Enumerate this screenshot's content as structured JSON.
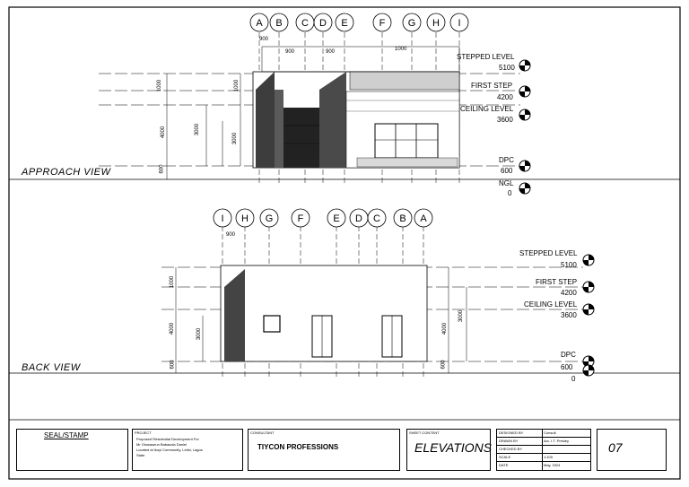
{
  "approach_view": {
    "title": "APPROACH VIEW",
    "grid_labels": [
      "A",
      "B",
      "C",
      "D",
      "E",
      "F",
      "G",
      "H",
      "I"
    ],
    "levels": [
      {
        "name": "STEPPED LEVEL",
        "value": "5100"
      },
      {
        "name": "FIRST STEP",
        "value": "4200"
      },
      {
        "name": "CEILING LEVEL",
        "value": "3600"
      },
      {
        "name": "DPC",
        "value": "600"
      },
      {
        "name": "NGL",
        "value": "0"
      }
    ],
    "dimensions": [
      "900",
      "900",
      "900",
      "1000",
      "4000",
      "3000",
      "3000",
      "1000",
      "1000",
      "600"
    ]
  },
  "back_view": {
    "title": "BACK VIEW",
    "grid_labels": [
      "I",
      "H",
      "G",
      "F",
      "E",
      "D",
      "C",
      "B",
      "A"
    ],
    "levels": [
      {
        "name": "STEPPED LEVEL",
        "value": "5100"
      },
      {
        "name": "FIRST STEP",
        "value": "4200"
      },
      {
        "name": "CEILING LEVEL",
        "value": "3600"
      },
      {
        "name": "DPC",
        "value": "600"
      },
      {
        "name": "",
        "value": "0"
      }
    ],
    "dimensions": [
      "900",
      "1000",
      "4000",
      "4000",
      "3000",
      "3000",
      "600",
      "600"
    ]
  },
  "title_block": {
    "seal_label": "SEAL/STAMP",
    "project_label": "PROJECT",
    "project_text": [
      "Proposed Residential Development For",
      "Mr Oluwaseun Babasola Daniel",
      "Located at Ikoyi Community, Lekki, Lagos",
      "State"
    ],
    "client_label": "CONSULTANT",
    "client_name": "TIYCON PROFESSIONS",
    "sheet_label": "SHEET CONTENT",
    "sheet_title": "ELEVATIONS",
    "info_rows": [
      {
        "k": "DESIGNED BY",
        "v": "Consult"
      },
      {
        "k": "DRAWN BY",
        "v": "Arc. I.T. Presley"
      },
      {
        "k": "CHECKED BY",
        "v": ""
      },
      {
        "k": "SCALE",
        "v": "1:100"
      },
      {
        "k": "DATE",
        "v": "May, 2024"
      }
    ],
    "sheet_no": "07"
  }
}
